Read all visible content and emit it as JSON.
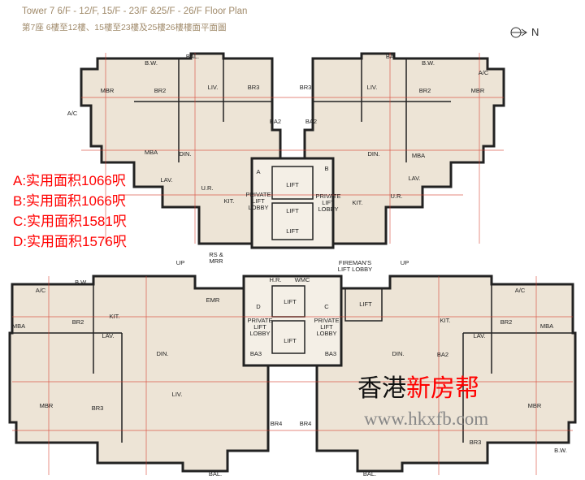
{
  "header": {
    "title": "Tower 7  6/F - 12/F, 15/F - 23/F &25/F - 26/F Floor Plan",
    "subtitle": "第7座 6樓至12樓、15樓至23樓及25樓26樓樓面平面圖",
    "north_label": "N",
    "north_icon": "north-arrow-icon"
  },
  "unit_areas": [
    "A:实用面积1066呎",
    "B:实用面积1066呎",
    "C:实用面积1581呎",
    "D:实用面积1576呎"
  ],
  "rooms": {
    "mbr": "MBR",
    "br2": "BR2",
    "br3": "BR3",
    "br4": "BR4",
    "liv": "LIV.",
    "din": "DIN.",
    "kit": "KIT.",
    "mba": "MBA",
    "ba2": "BA2",
    "ba3": "BA3",
    "lav": "LAV.",
    "ur": "U.R.",
    "bal": "BAL.",
    "bw": "B.W.",
    "ac": "A/C",
    "lift": "LIFT",
    "emr": "EMR",
    "hr": "H.R.",
    "wmc": "WMC",
    "private_lift_lobby": "PRIVATE LIFT LOBBY",
    "firemans_lift_lobby": "FIREMAN'S LIFT LOBBY",
    "rs_mrr": "RS & MRR",
    "up": "UP",
    "unit_a": "A",
    "unit_b": "B",
    "unit_c": "C",
    "unit_d": "D"
  },
  "watermark": {
    "brand_black": "香港",
    "brand_red": "新房帮",
    "url": "www.hkxfb.com"
  },
  "colors": {
    "wall": "#222222",
    "floor": "#ede4d6",
    "dimension": "#d63a2a",
    "accent": "#ff0000"
  }
}
